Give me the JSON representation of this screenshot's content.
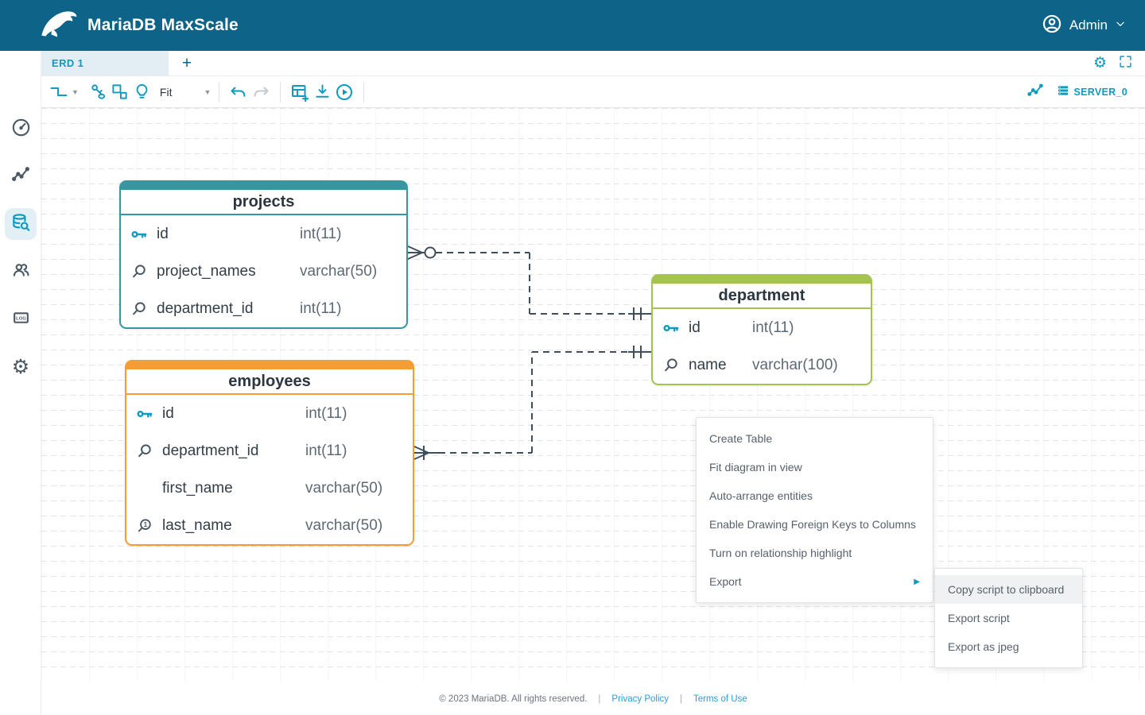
{
  "brand": {
    "name": "MariaDB",
    "product": "MaxScale"
  },
  "header": {
    "user_label": "Admin"
  },
  "tabs": {
    "active_label": "ERD 1",
    "add_label": "+"
  },
  "toolbar": {
    "fit_label": "Fit",
    "server_label": "SERVER_0"
  },
  "sidebar": {
    "logs_label": "LOG"
  },
  "colors": {
    "header_bg": "#0e6488",
    "accent": "#0e9bc0",
    "link_blue": "#2d9cdb",
    "projects": "#3797a0",
    "employees": "#f49d35",
    "department": "#a5c350",
    "relationship_line": "#3f4e5c"
  },
  "erd": {
    "tables": [
      {
        "name": "projects",
        "color": "#3797a0",
        "columns": [
          {
            "icon": "primary-key-icon",
            "name": "id",
            "type": "int(11)"
          },
          {
            "icon": "index-icon",
            "name": "project_names",
            "type": "varchar(50)"
          },
          {
            "icon": "index-icon",
            "name": "department_id",
            "type": "int(11)"
          }
        ]
      },
      {
        "name": "employees",
        "color": "#f49d35",
        "columns": [
          {
            "icon": "primary-key-icon",
            "name": "id",
            "type": "int(11)"
          },
          {
            "icon": "index-icon",
            "name": "department_id",
            "type": "int(11)"
          },
          {
            "icon": "none",
            "name": "first_name",
            "type": "varchar(50)"
          },
          {
            "icon": "unique-index-icon",
            "name": "last_name",
            "type": "varchar(50)"
          }
        ]
      },
      {
        "name": "department",
        "color": "#a5c350",
        "columns": [
          {
            "icon": "primary-key-icon",
            "name": "id",
            "type": "int(11)"
          },
          {
            "icon": "index-icon",
            "name": "name",
            "type": "varchar(100)"
          }
        ]
      }
    ]
  },
  "context_menu": {
    "items": [
      "Create Table",
      "Fit diagram in view",
      "Auto-arrange entities",
      "Enable Drawing Foreign Keys to Columns",
      "Turn on relationship highlight",
      "Export"
    ]
  },
  "export_submenu": {
    "highlighted_index": 0,
    "items": [
      "Copy script to clipboard",
      "Export script",
      "Export as jpeg"
    ]
  },
  "footer": {
    "copyright": "© 2023 MariaDB. All rights reserved.",
    "separator": "|",
    "links": [
      "Privacy Policy",
      "Terms of Use"
    ]
  }
}
